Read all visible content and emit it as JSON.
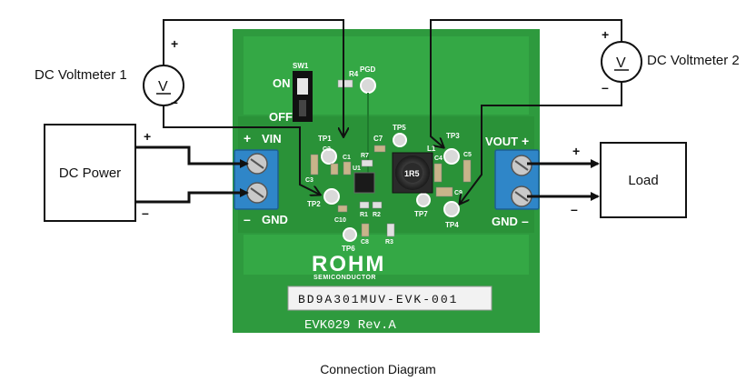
{
  "title": "Connection Diagram",
  "meters": {
    "left": {
      "name": "DC Voltmeter 1",
      "symbol": "V",
      "plus": "+",
      "minus": "–"
    },
    "right": {
      "name": "DC Voltmeter 2",
      "symbol": "V",
      "plus": "+",
      "minus": "–"
    }
  },
  "boxes": {
    "power": "DC Power",
    "load": "Load"
  },
  "wire_polarity": {
    "power_plus": "+",
    "power_minus": "–",
    "load_plus": "+",
    "load_minus": "–"
  },
  "board": {
    "part_number": "BD9A301MUV-EVK-001",
    "revision": "EVK029 Rev.A",
    "brand": "ROHM",
    "brand_sub": "SEMICONDUCTOR",
    "switch": {
      "ref": "SW1",
      "on": "ON",
      "off": "OFF"
    },
    "vin": {
      "label": "VIN",
      "gnd": "GND",
      "plus": "+",
      "minus": "–"
    },
    "vout": {
      "label": "VOUT",
      "gnd": "GND",
      "plus": "+",
      "minus": "–"
    },
    "inductor": {
      "ref": "L1",
      "value": "1R5"
    },
    "testpoints": [
      "PGD",
      "TP1",
      "TP2",
      "TP3",
      "TP4",
      "TP5",
      "TP6",
      "TP7"
    ],
    "components": [
      "R4",
      "C7",
      "C1",
      "C2",
      "C3",
      "R7",
      "U1",
      "C10",
      "R1",
      "R2",
      "C8",
      "R3",
      "C4",
      "C5",
      "C9"
    ]
  },
  "colors": {
    "pcb": "#2e9a3e",
    "pcb_dark": "#1f7a2d",
    "terminal": "#2f86c8",
    "wire": "#111111"
  }
}
